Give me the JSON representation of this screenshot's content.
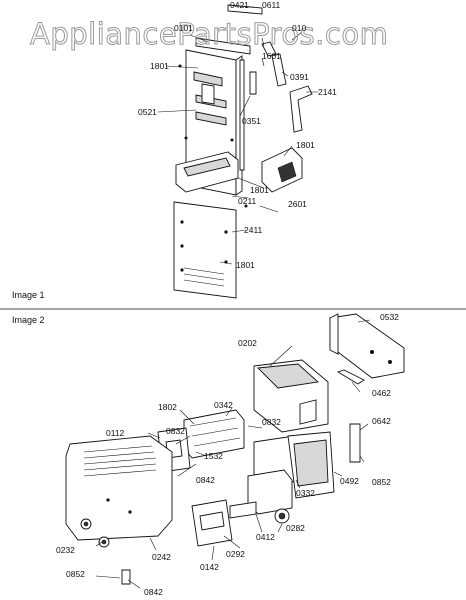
{
  "watermark": "AppliancePartsPros.com",
  "sections": [
    {
      "key": "image1",
      "label": "Image 1"
    },
    {
      "key": "image2",
      "label": "Image 2"
    }
  ],
  "callouts": {
    "c0421": "0421",
    "c0611": "0611",
    "c0101": "0101",
    "c0101b": "010",
    "c1801a": "1801",
    "c1601": "1601",
    "c0391": "0391",
    "c2141": "2141",
    "c0521": "0521",
    "c0351": "0351",
    "c1801b": "1801",
    "c1801c": "1801",
    "c0211": "0211",
    "c2601": "2601",
    "c2411": "2411",
    "c1801d": "1801",
    "c0532": "0532",
    "c0202": "0202",
    "c0462": "0462",
    "c0642": "0642",
    "c0852a": "0852",
    "c1802": "1802",
    "c0342": "0342",
    "c0832a": "0832",
    "c0112": "0112",
    "c0832b": "0832",
    "c1532": "1532",
    "c0842a": "0842",
    "c0332": "0332",
    "c0492": "0492",
    "c0282": "0282",
    "c0412": "0412",
    "c0232": "0232",
    "c0242": "0242",
    "c0292": "0292",
    "c0142": "0142",
    "c0852b": "0852",
    "c0842b": "0842"
  }
}
